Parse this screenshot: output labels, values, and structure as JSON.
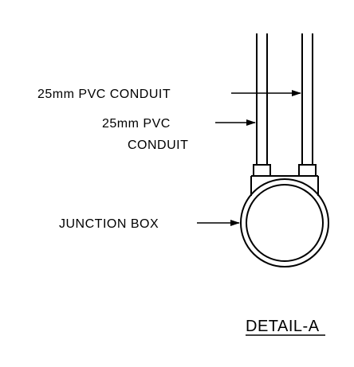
{
  "labels": {
    "conduit_top": "25mm PVC CONDUIT",
    "conduit_mid_line1": "25mm PVC",
    "conduit_mid_line2": "CONDUIT",
    "junction_box": "JUNCTION BOX",
    "detail_title": "DETAIL-A"
  },
  "colors": {
    "line": "#000000",
    "background": "#ffffff"
  }
}
